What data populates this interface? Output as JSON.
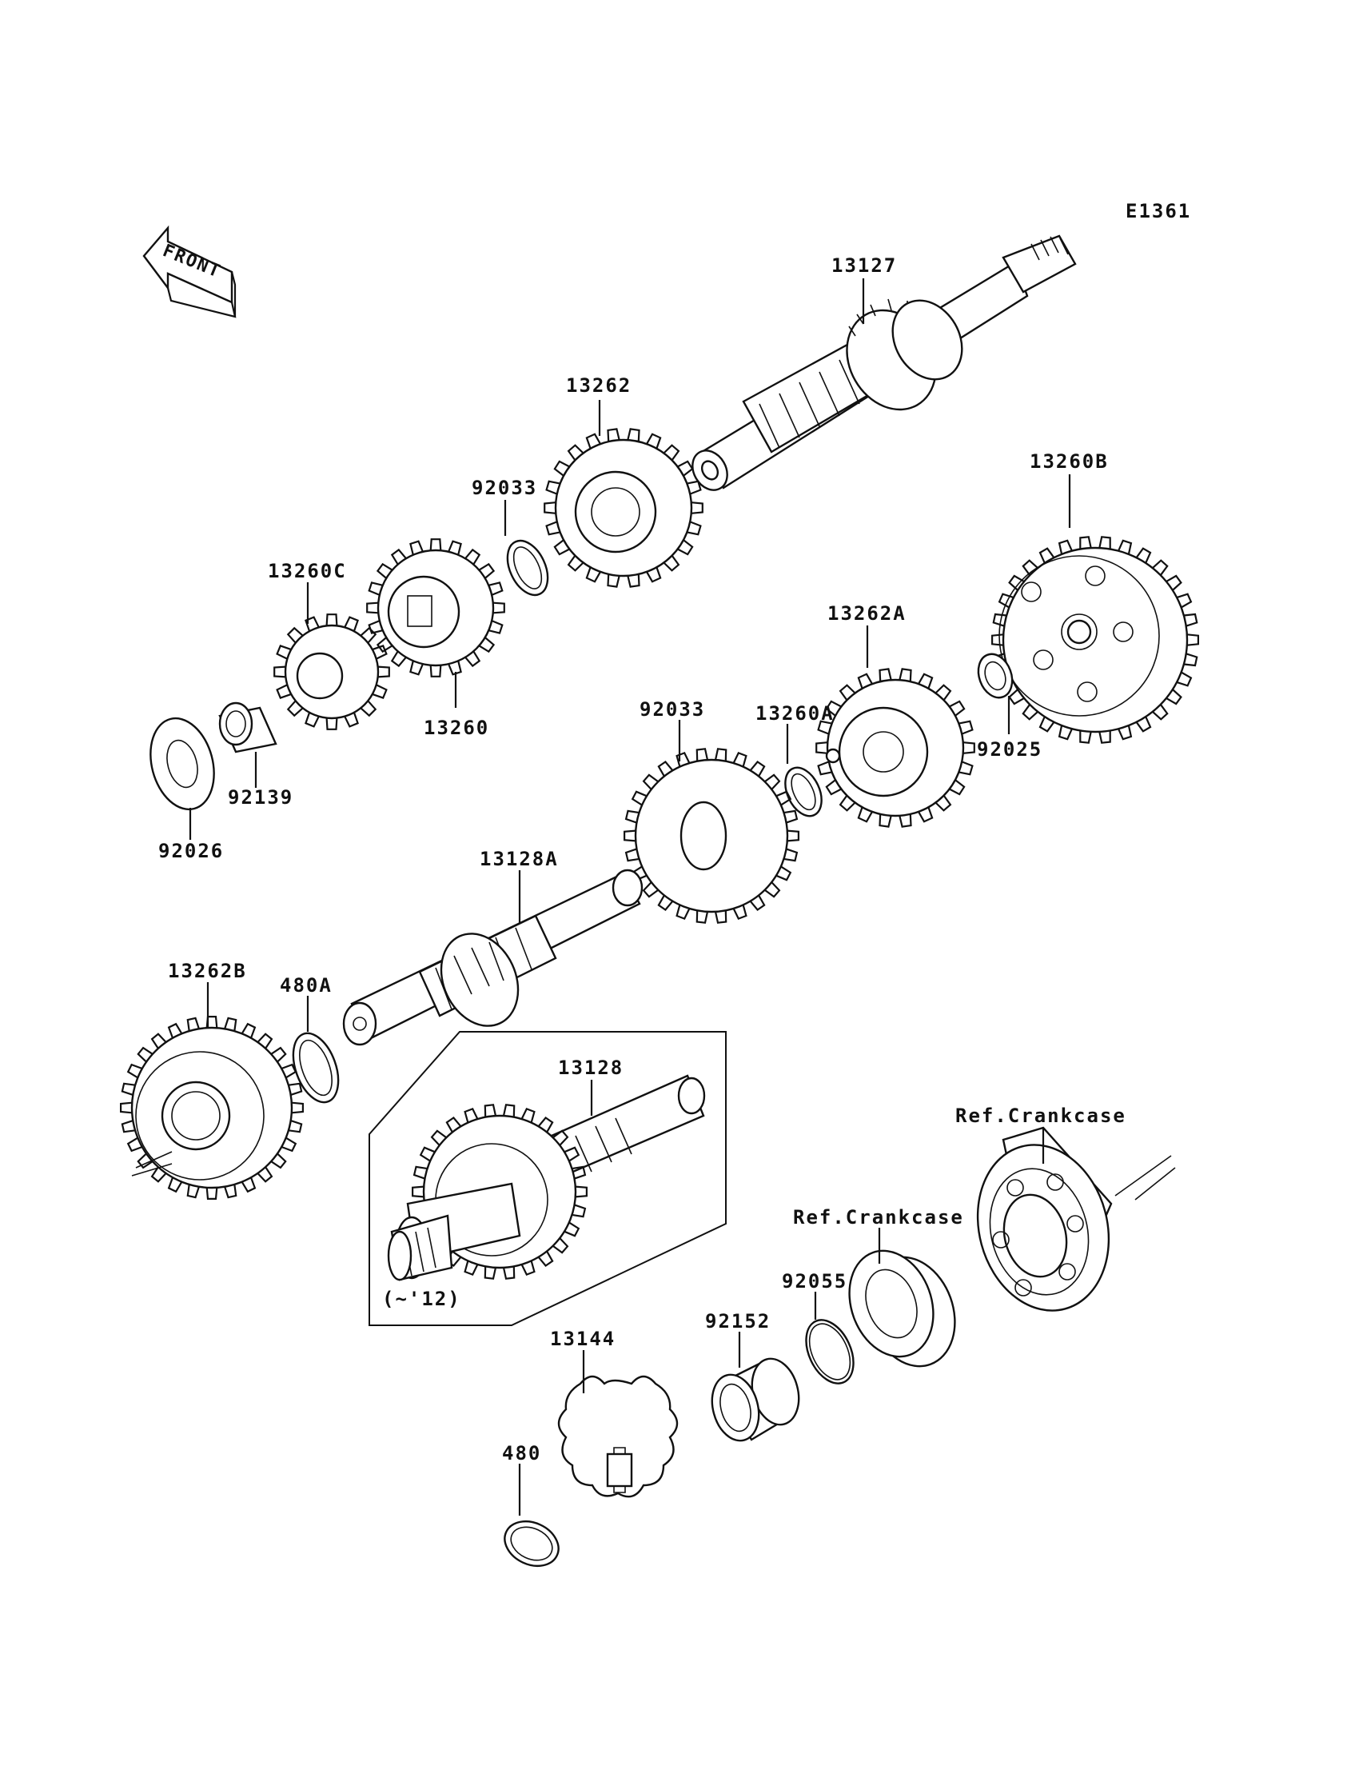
{
  "diagram_code": "E1361",
  "front_label": "FRONT",
  "parts": [
    {
      "id": "13127",
      "label": "13127"
    },
    {
      "id": "13262",
      "label": "13262"
    },
    {
      "id": "92033_upper",
      "label": "92033"
    },
    {
      "id": "13260C",
      "label": "13260C"
    },
    {
      "id": "13260",
      "label": "13260"
    },
    {
      "id": "92139",
      "label": "92139"
    },
    {
      "id": "92026",
      "label": "92026"
    },
    {
      "id": "13260B",
      "label": "13260B"
    },
    {
      "id": "13262A",
      "label": "13262A"
    },
    {
      "id": "92025",
      "label": "92025"
    },
    {
      "id": "13260A",
      "label": "13260A"
    },
    {
      "id": "92033_lower",
      "label": "92033"
    },
    {
      "id": "13128A",
      "label": "13128A"
    },
    {
      "id": "13262B",
      "label": "13262B"
    },
    {
      "id": "480A",
      "label": "480A"
    },
    {
      "id": "13128",
      "label": "13128"
    },
    {
      "id": "13128_note",
      "label": "(~'12)"
    },
    {
      "id": "ref_crankcase_1",
      "label": "Ref.Crankcase"
    },
    {
      "id": "ref_crankcase_2",
      "label": "Ref.Crankcase"
    },
    {
      "id": "92055",
      "label": "92055"
    },
    {
      "id": "92152",
      "label": "92152"
    },
    {
      "id": "13144",
      "label": "13144"
    },
    {
      "id": "480",
      "label": "480"
    }
  ]
}
